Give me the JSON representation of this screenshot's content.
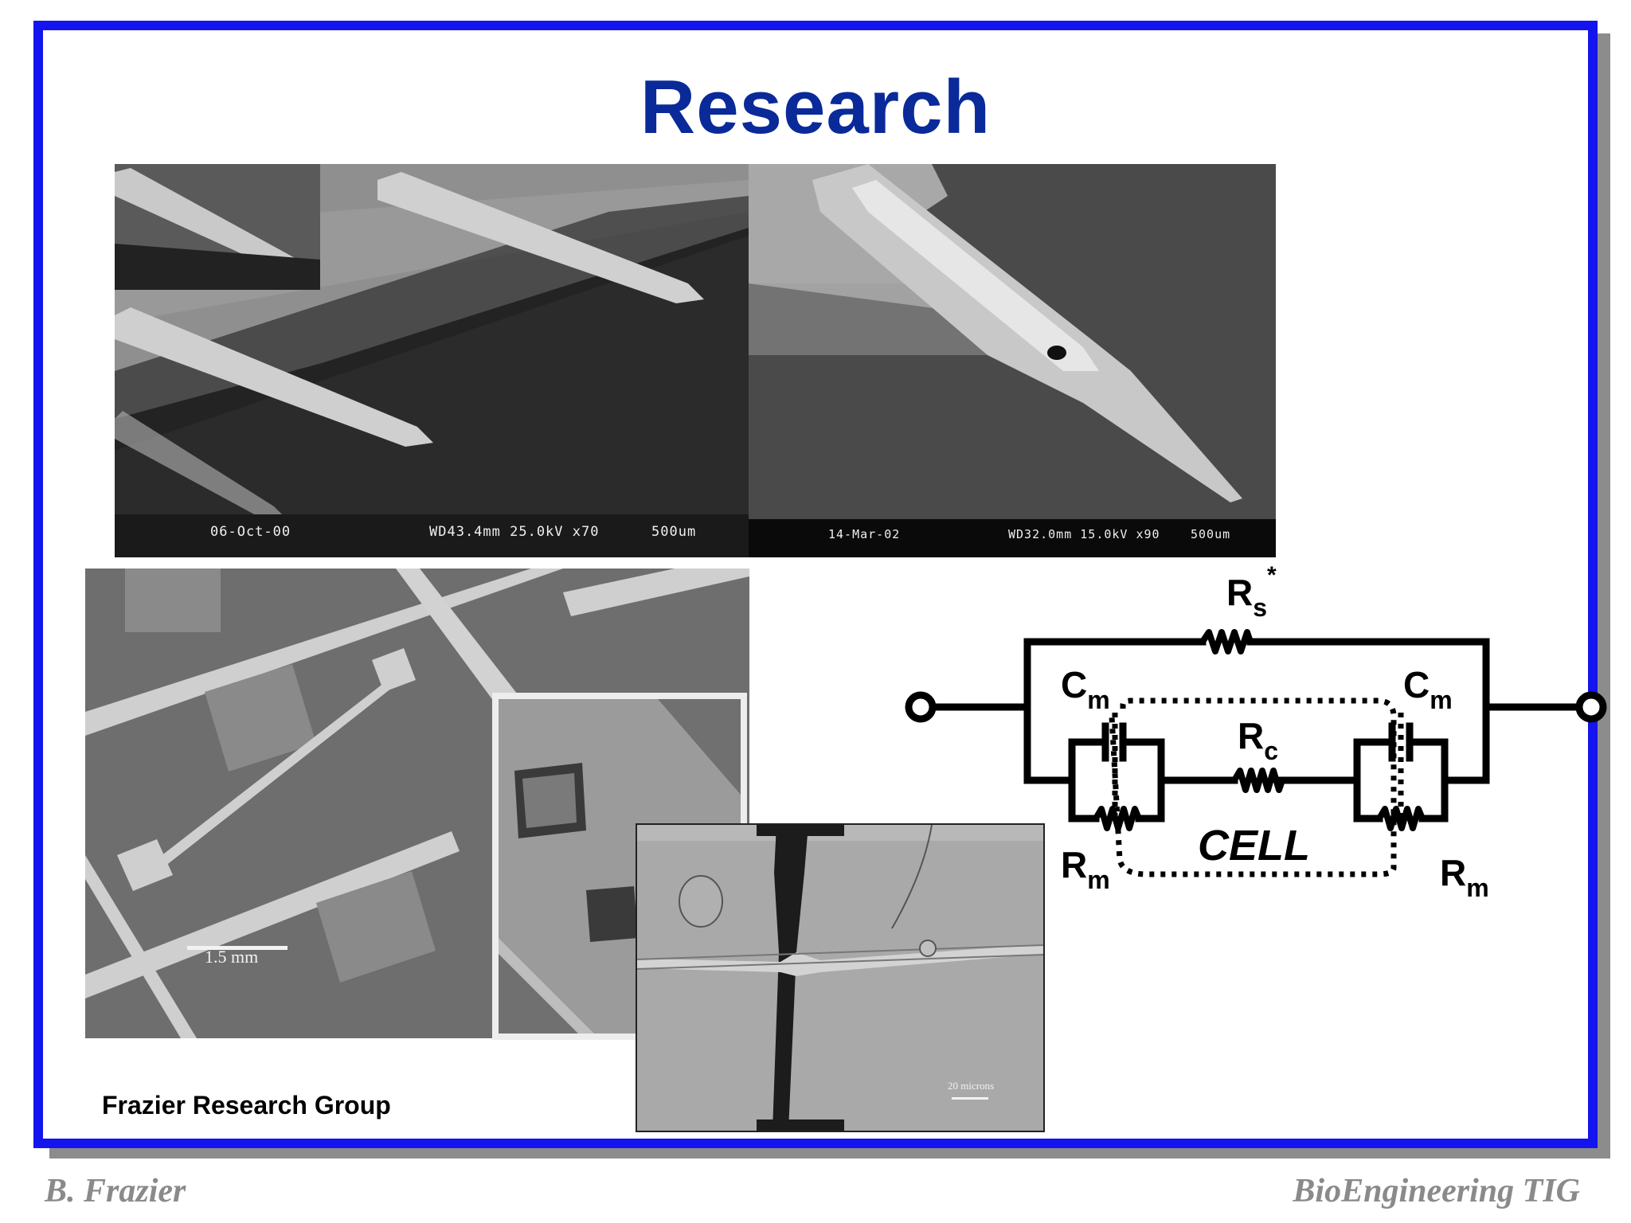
{
  "slide": {
    "title": "Research",
    "group_label": "Frazier Research Group",
    "footer_left": "B. Frazier",
    "footer_right": "BioEngineering TIG"
  },
  "photos": {
    "sem_left": {
      "date": "06-Oct-00",
      "params": "WD43.4mm 25.0kV x70",
      "scale": "500um"
    },
    "sem_right": {
      "date": "14-Mar-02",
      "params": "WD32.0mm 15.0kV x90",
      "scale": "500um"
    },
    "chip_scale": "1.5 mm",
    "micro_scale": "20 microns"
  },
  "circuit": {
    "rs_main": "R",
    "rs_sub": "s",
    "rs_sup": "*",
    "cm_main": "C",
    "cm_sub": "m",
    "rc_main": "R",
    "rc_sub": "c",
    "rm_main": "R",
    "rm_sub": "m",
    "cell_label": "CELL"
  },
  "colors": {
    "frame_blue": "#1414ee",
    "title_blue": "#0a2a9a",
    "frame_shadow": "#8c8c8c",
    "footer_gray": "#8a8a8a"
  }
}
